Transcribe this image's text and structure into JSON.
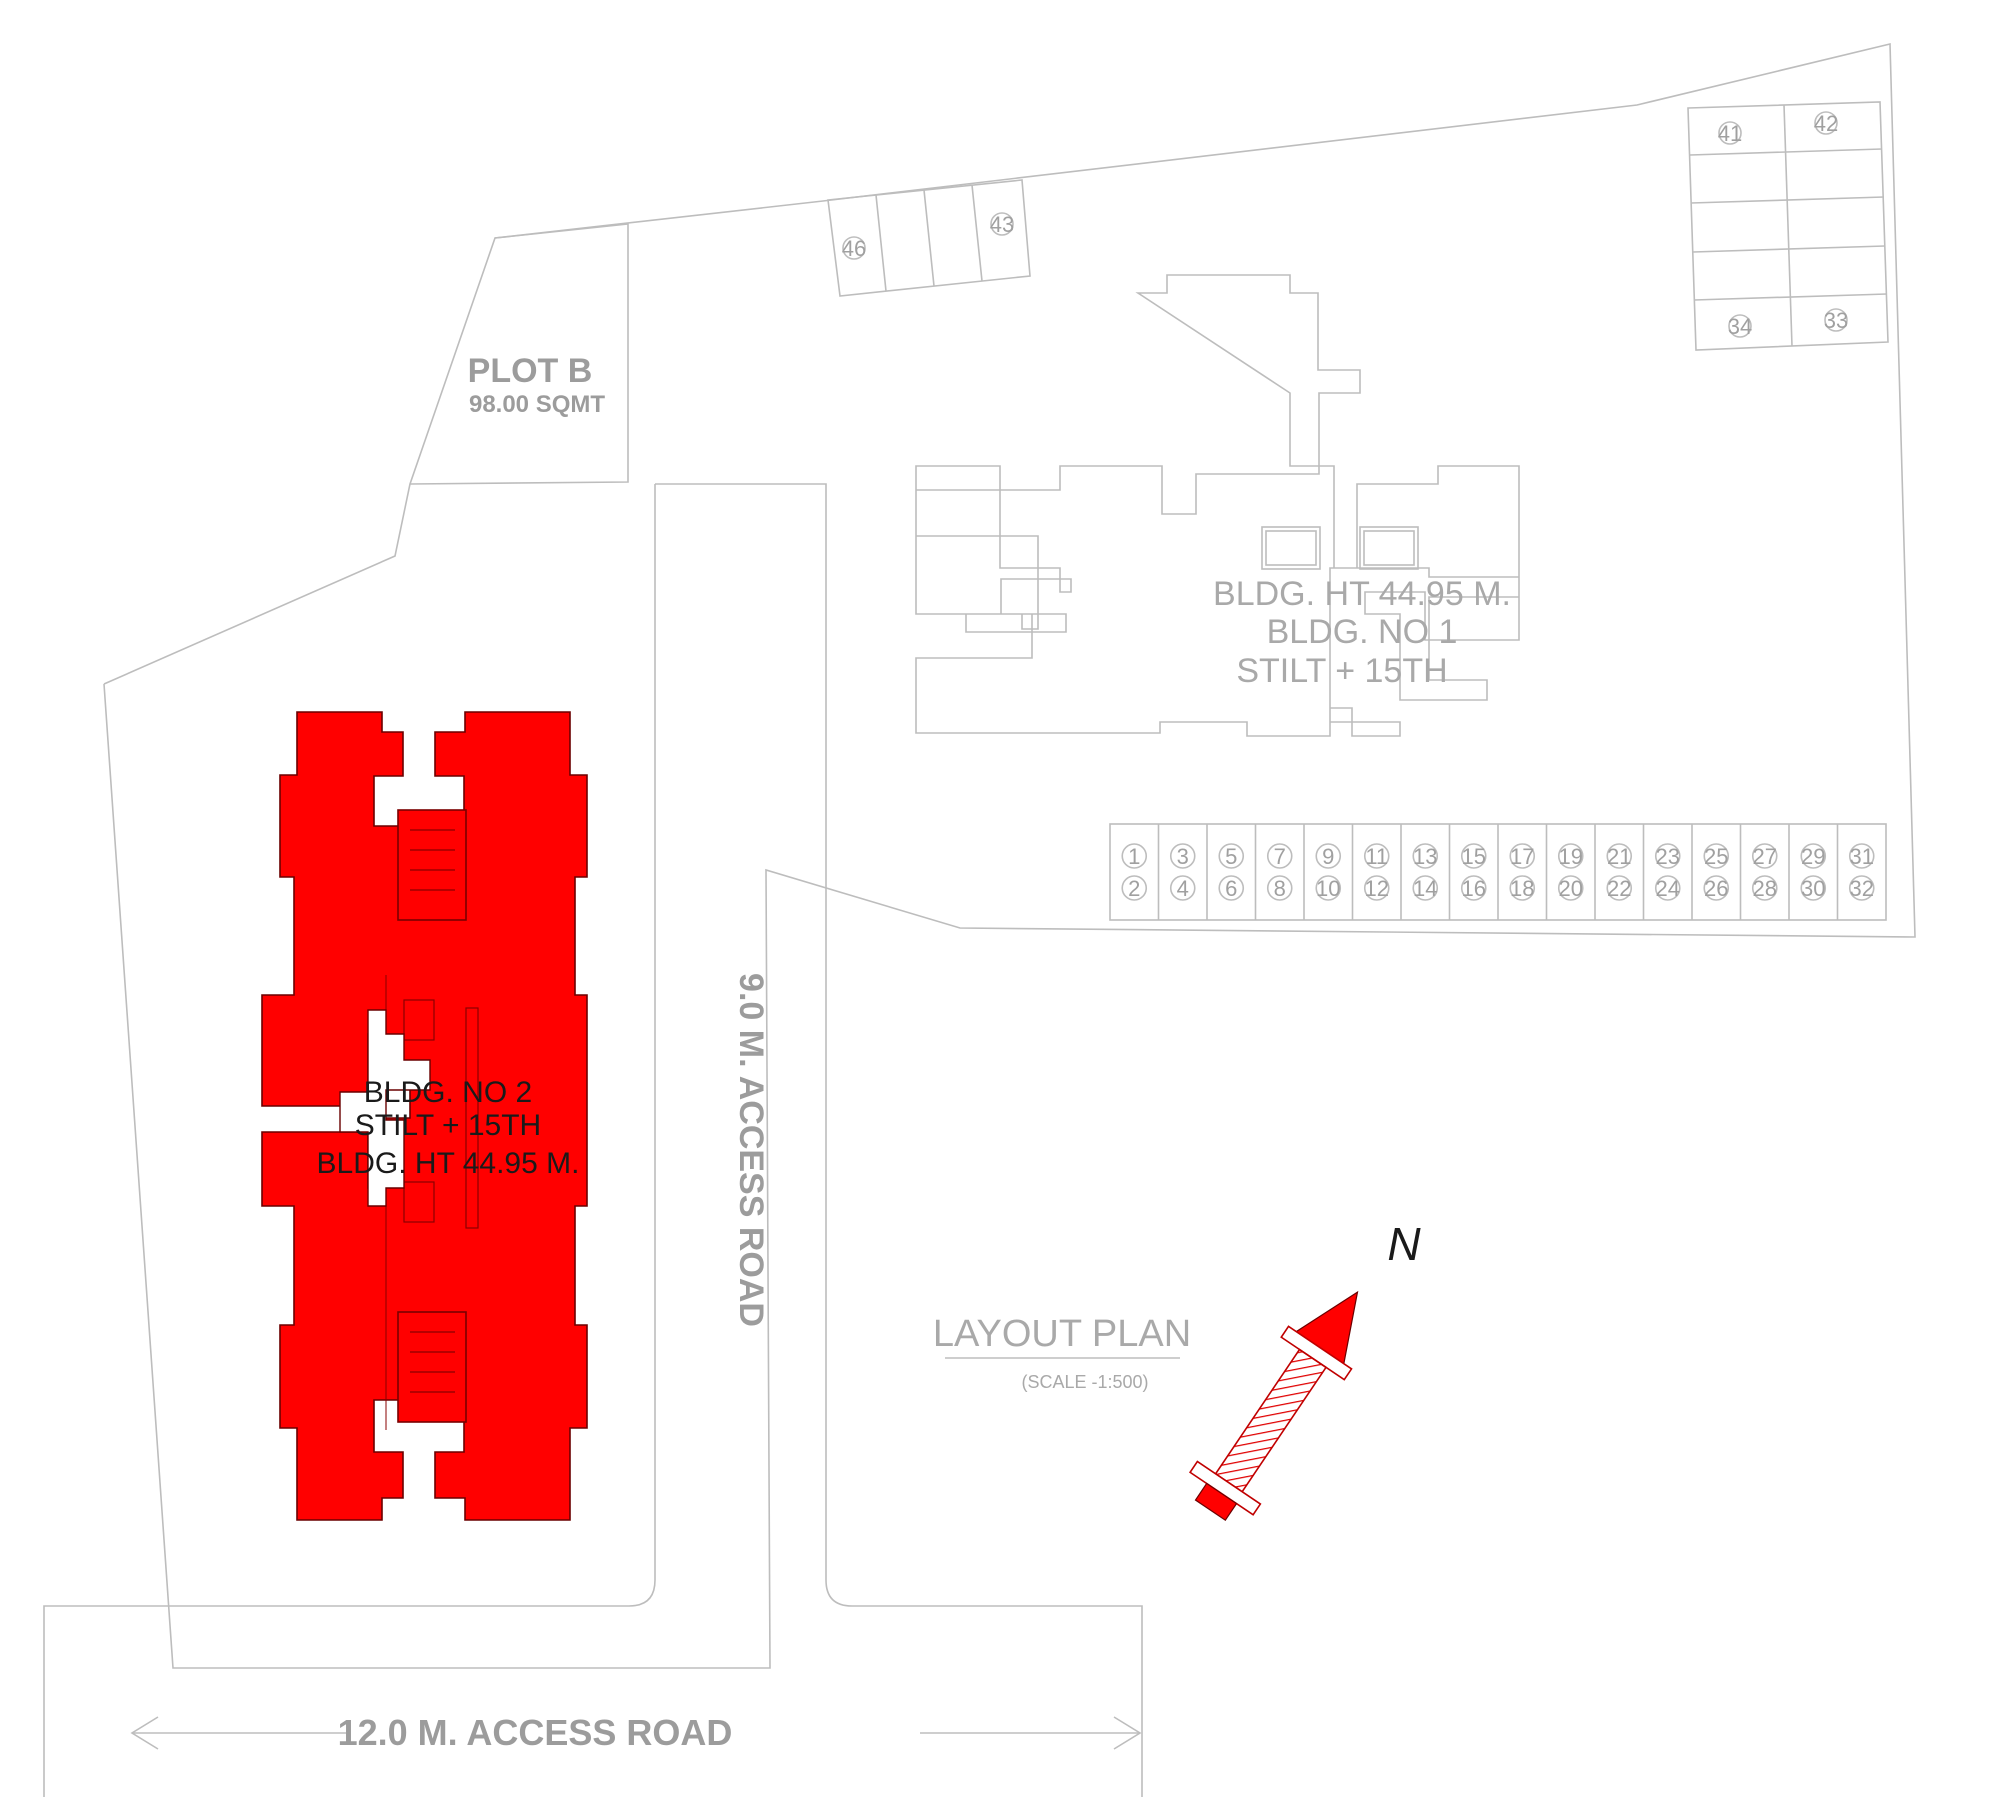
{
  "plot_b": {
    "title": "PLOT B",
    "area": "98.00 SQMT"
  },
  "bldg1": {
    "height": "BLDG. HT 44.95 M.",
    "number": "BLDG. NO 1",
    "floors": "STILT + 15TH"
  },
  "bldg2": {
    "number": "BLDG. NO 2",
    "floors": "STILT + 15TH",
    "height": "BLDG. HT 44.95 M."
  },
  "roads": {
    "access_9m": "9.0 M. ACCESS ROAD",
    "access_12m": "12.0 M. ACCESS ROAD"
  },
  "layout": {
    "title": "LAYOUT PLAN",
    "scale": "(SCALE -1:500)"
  },
  "north_label": "N",
  "colors": {
    "highlight": "#ff0000",
    "linework": "#bdbdbd"
  },
  "parking_top_left": [
    "46",
    "43"
  ],
  "parking_top_right": {
    "top": [
      "41",
      "42"
    ],
    "bottom": [
      "34",
      "33"
    ]
  },
  "parking_bottom_row": [
    [
      "1",
      "2"
    ],
    [
      "3",
      "4"
    ],
    [
      "5",
      "6"
    ],
    [
      "7",
      "8"
    ],
    [
      "9",
      "10"
    ],
    [
      "11",
      "12"
    ],
    [
      "13",
      "14"
    ],
    [
      "15",
      "16"
    ],
    [
      "17",
      "18"
    ],
    [
      "19",
      "20"
    ],
    [
      "21",
      "22"
    ],
    [
      "23",
      "24"
    ],
    [
      "25",
      "26"
    ],
    [
      "27",
      "28"
    ],
    [
      "29",
      "30"
    ],
    [
      "31",
      "32"
    ]
  ]
}
